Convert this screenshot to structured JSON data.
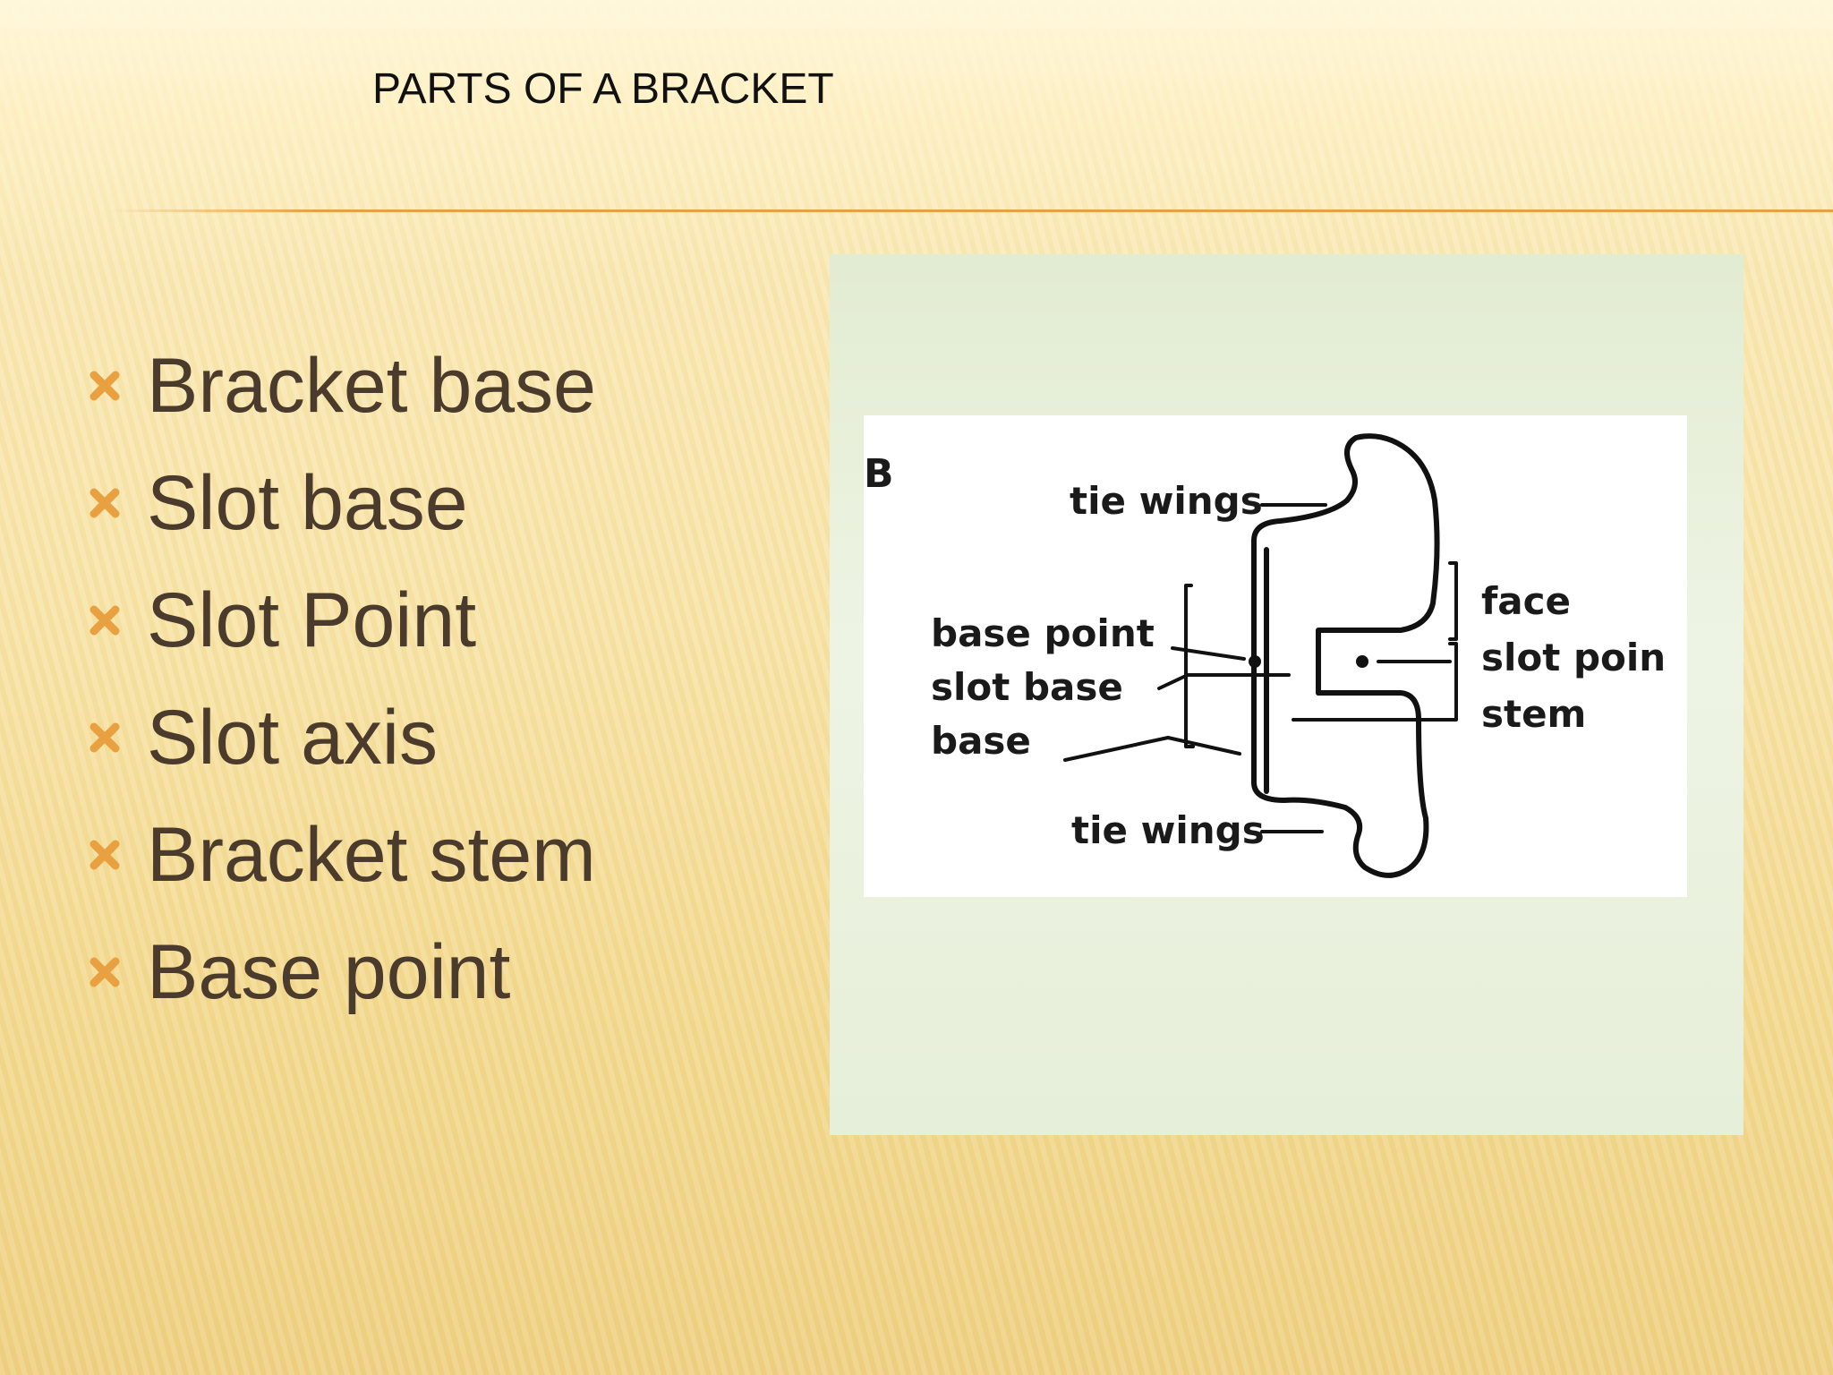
{
  "slide": {
    "title": "PARTS OF A BRACKET",
    "accent_color": "#e8a040",
    "bullets": [
      {
        "label": "Bracket base"
      },
      {
        "label": "Slot base"
      },
      {
        "label": "Slot Point"
      },
      {
        "label": "Slot axis"
      },
      {
        "label": "Bracket stem"
      },
      {
        "label": "Base point"
      }
    ],
    "bullet_icon": "x-mark-icon"
  },
  "figure": {
    "panel_label": "B",
    "labels": {
      "tie_wings_top": "tie wings",
      "tie_wings_bottom": "tie wings",
      "base_point": "base point",
      "slot_base": "slot base",
      "base": "base",
      "face": "face",
      "slot_point": "slot poin",
      "stem": "stem"
    }
  }
}
